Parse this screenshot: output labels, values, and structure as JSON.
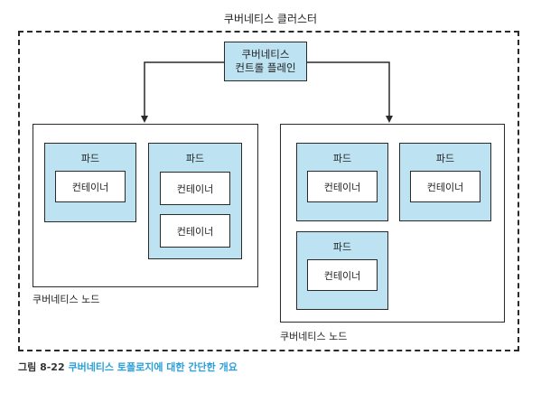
{
  "cluster": {
    "label": "쿠버네티스 클러스터"
  },
  "control_plane": {
    "label": "쿠버네티스\n컨트롤 플레인"
  },
  "nodes": [
    {
      "label": "쿠버네티스 노드",
      "pods": [
        {
          "label": "파드",
          "containers": [
            "컨테이너"
          ]
        },
        {
          "label": "파드",
          "containers": [
            "컨테이너",
            "컨테이너"
          ]
        }
      ]
    },
    {
      "label": "쿠버네티스 노드",
      "pods": [
        {
          "label": "파드",
          "containers": [
            "컨테이너"
          ]
        },
        {
          "label": "파드",
          "containers": [
            "컨테이너"
          ]
        },
        {
          "label": "파드",
          "containers": [
            "컨테이너"
          ]
        }
      ]
    }
  ],
  "caption": {
    "number": "그림 8-22",
    "text": "쿠버네티스 토폴로지에 대한 간단한 개요"
  },
  "colors": {
    "pod_fill": "#bde3f3",
    "caption_accent": "#2aa0d8"
  }
}
